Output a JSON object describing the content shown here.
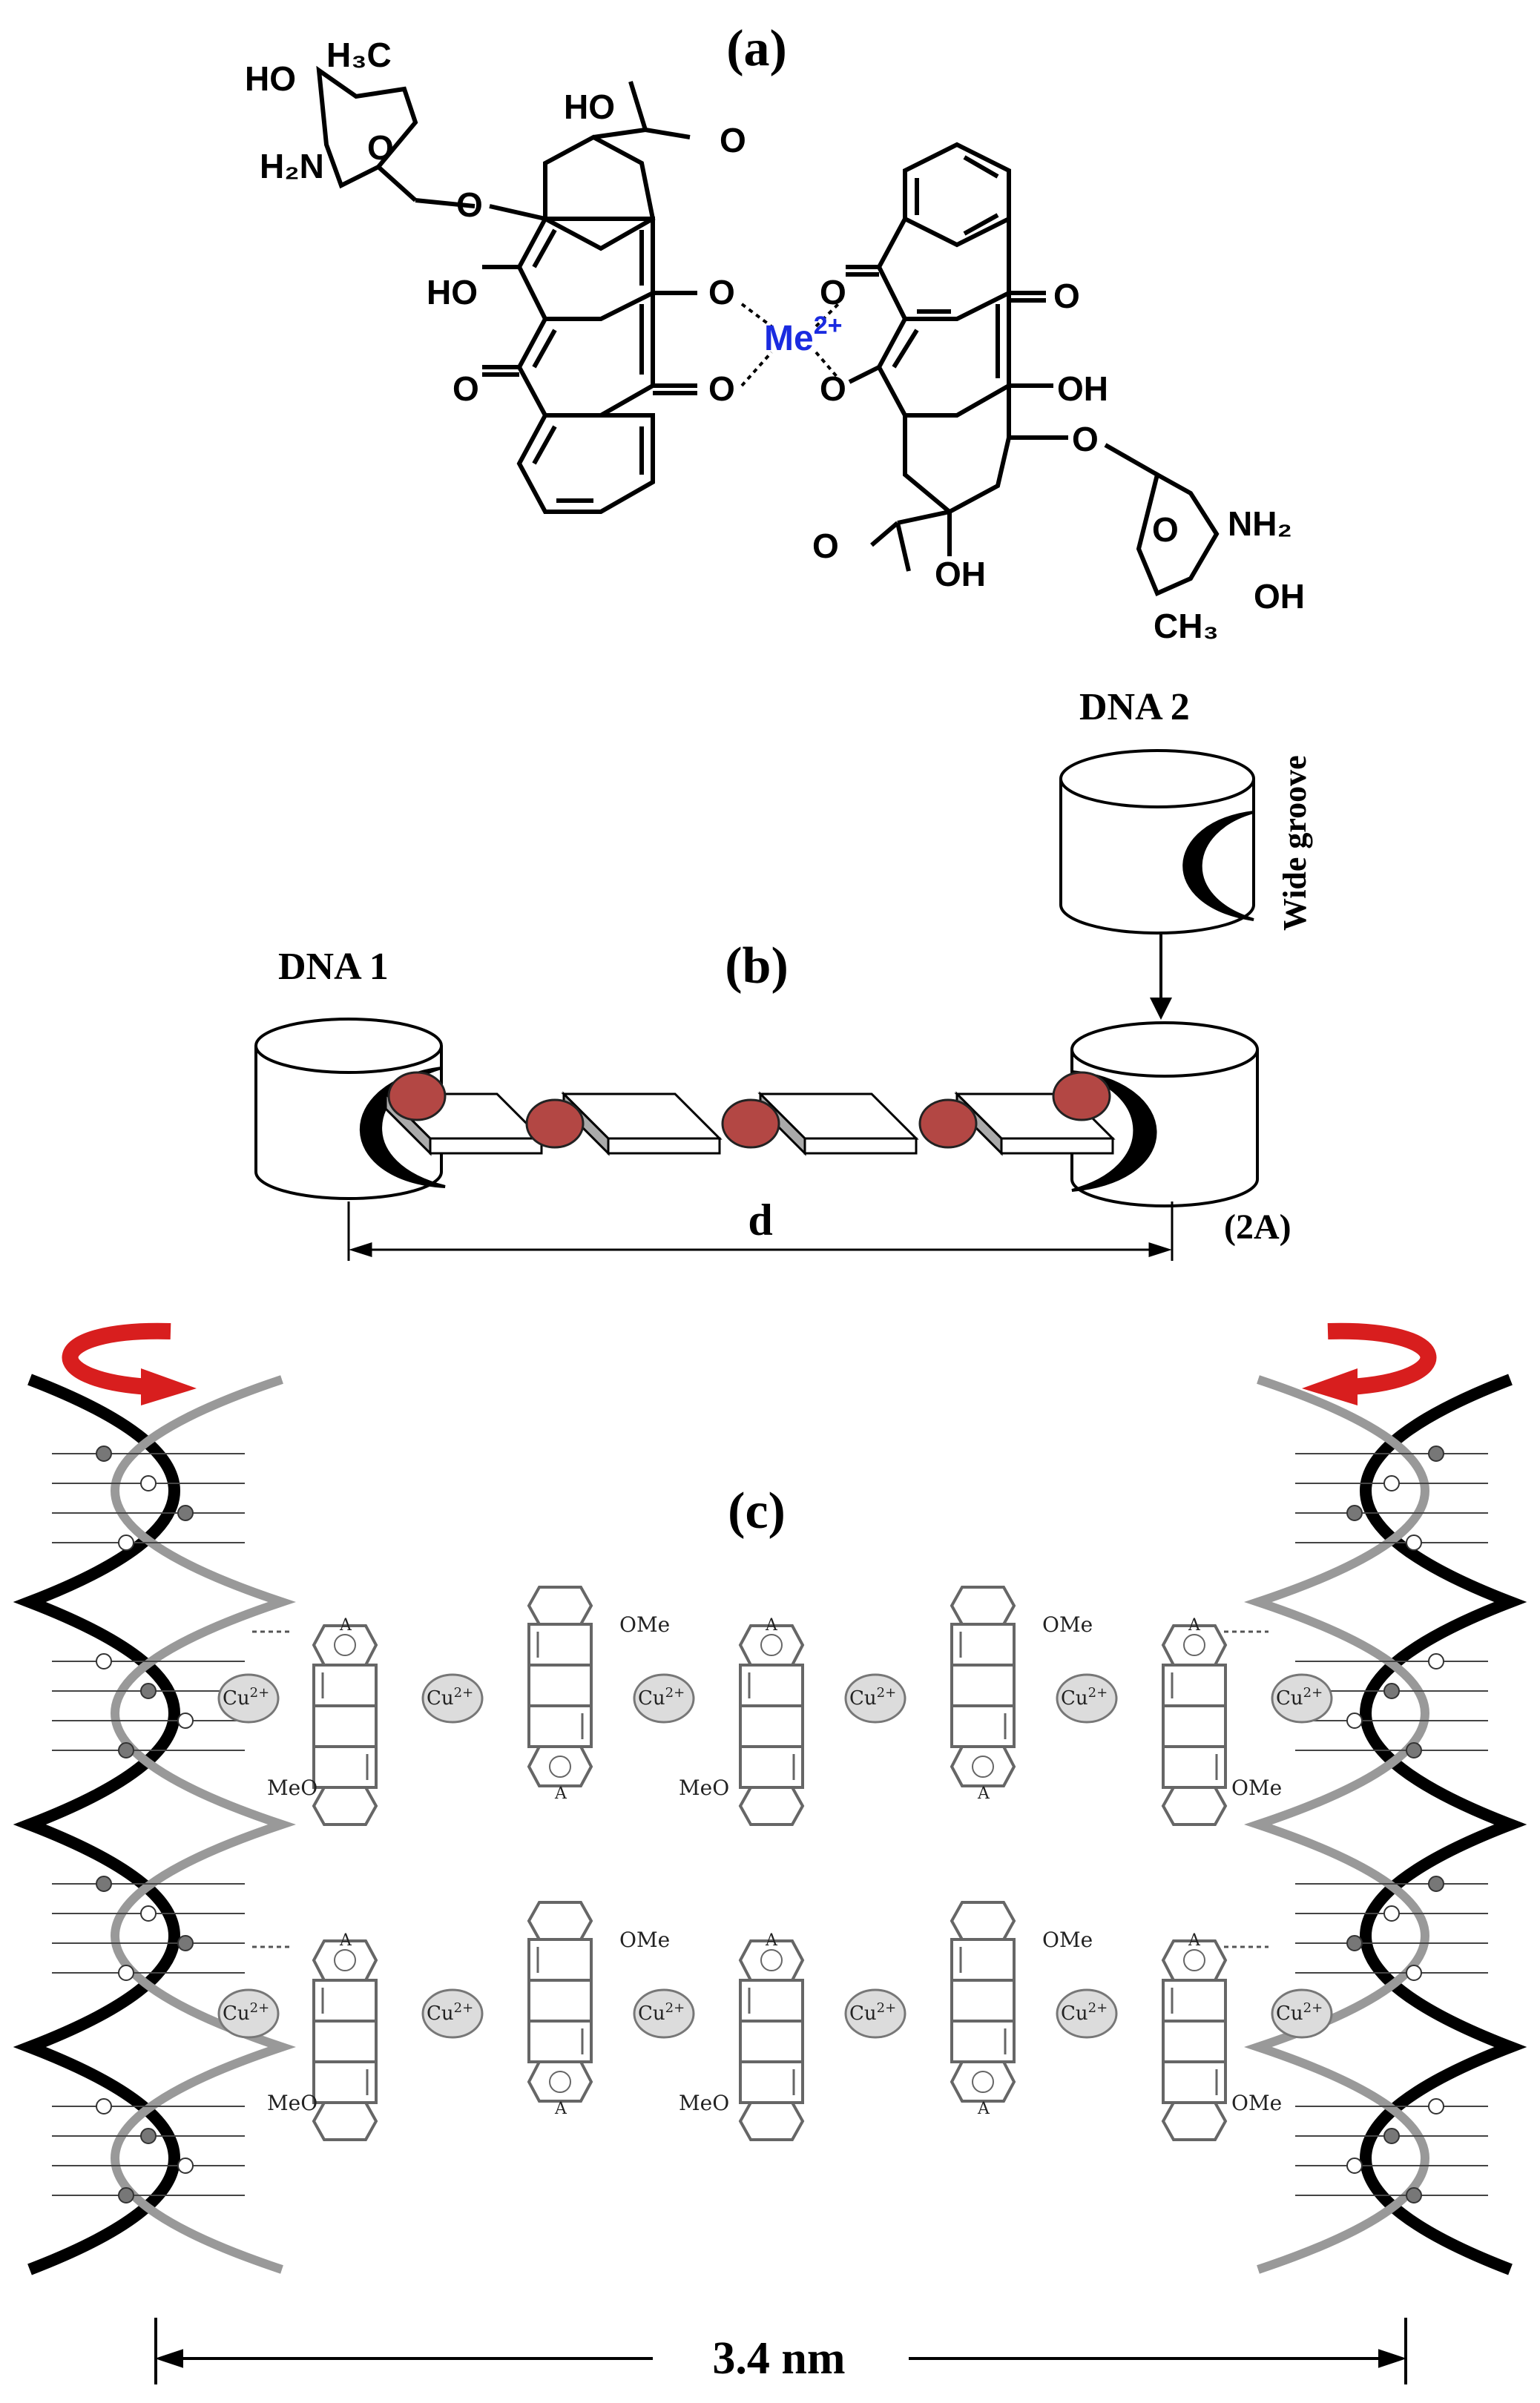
{
  "panel_a": {
    "label": "(a)",
    "metal": "Me",
    "metal_charge": "2+",
    "groups_left": {
      "ho_sugar": "HO",
      "h3c": "H₃C",
      "h2n": "H₂N",
      "o_ring": "O",
      "o_link": "O",
      "ho_top": "HO",
      "o_acetyl": "O",
      "ho_mid": "HO",
      "o_chel1": "O",
      "o_chel2": "O",
      "o_quinone": "O"
    },
    "groups_right": {
      "o_chel1": "O",
      "o_chel2": "O",
      "o_quinone": "O",
      "oh_mid": "OH",
      "o_link": "O",
      "o_ring": "O",
      "nh2": "NH₂",
      "o_acetyl": "O",
      "oh_bot": "OH",
      "ch3": "CH₃",
      "oh_sugar": "OH"
    }
  },
  "panel_b": {
    "label": "(b)",
    "dna1": "DNA 1",
    "dna2": "DNA 2",
    "groove": "Wide groove",
    "distance": "d",
    "tag": "(2A)"
  },
  "panel_c": {
    "label": "(c)",
    "metal": "Cu",
    "metal_charge": "2+",
    "ome": "OMe",
    "meo": "MeO",
    "a": "A",
    "distance": "3.4 nm"
  }
}
